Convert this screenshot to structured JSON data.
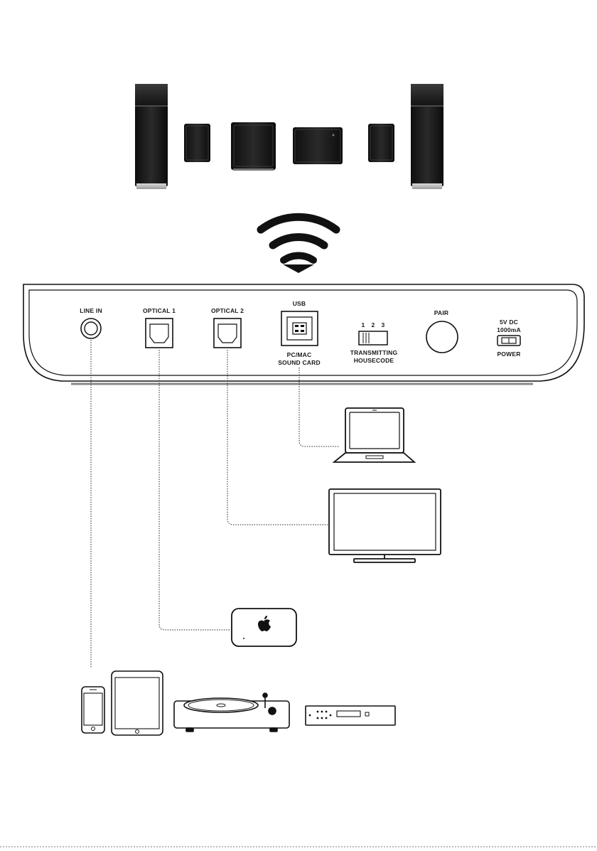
{
  "transmitter": {
    "ports": {
      "line_in": "LINE IN",
      "optical_1": "OPTICAL 1",
      "optical_2": "OPTICAL 2",
      "usb": "USB",
      "usb_sub_1": "PC/MAC",
      "usb_sub_2": "SOUND CARD",
      "pair": "PAIR",
      "power_spec_1": "5V DC",
      "power_spec_2": "1000mA",
      "power": "POWER"
    },
    "housecode": {
      "numbers": [
        "1",
        "2",
        "3"
      ],
      "label_1": "TRANSMITTING",
      "label_2": "HOUSECODE",
      "selected": "1"
    }
  },
  "speakers": [
    "tower-speaker-left",
    "satellite-speaker-left",
    "subwoofer",
    "center-speaker",
    "satellite-speaker-right",
    "tower-speaker-right"
  ],
  "sources": {
    "usb": "laptop",
    "optical_2": "tv",
    "optical_1": "apple-tv",
    "line_in": [
      "smartphone",
      "tablet",
      "turntable",
      "cd-player"
    ]
  },
  "colors": {
    "ink": "#111111",
    "speaker": "#1c1c1c",
    "panel": "#ffffff"
  }
}
